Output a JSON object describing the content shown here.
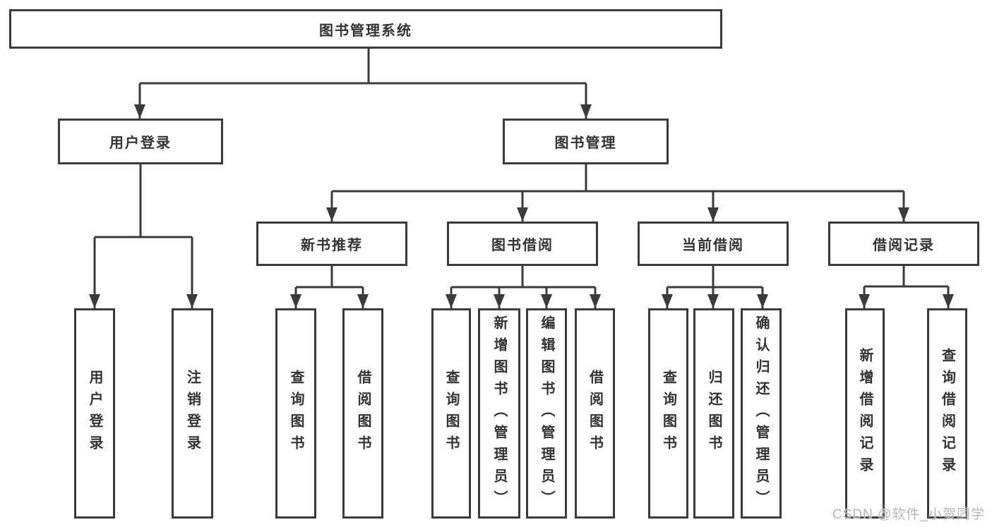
{
  "diagram": {
    "title": "图书管理系统",
    "watermark": "CSDN @软件_小贺同学",
    "colors": {
      "line": "#3b3b3b",
      "text": "#333333",
      "background": "#ffffff",
      "watermark": "#b5b5b5"
    },
    "nodes": {
      "root": "图书管理系统",
      "user_login_branch": "用户登录",
      "book_mgmt_branch": "图书管理",
      "new_book_rec": "新书推荐",
      "book_borrow": "图书借阅",
      "current_borrow": "当前借阅",
      "borrow_records": "借阅记录",
      "leaf_user_login": "用户登录",
      "leaf_logout": "注销登录",
      "leaf_rec_query": "查询图书",
      "leaf_rec_borrow": "借阅图书",
      "leaf_bb_query": "查询图书",
      "leaf_bb_add": "新增图书（管理员）",
      "leaf_bb_edit": "编辑图书（管理员）",
      "leaf_bb_borrow": "借阅图书",
      "leaf_cb_query": "查询图书",
      "leaf_cb_return": "归还图书",
      "leaf_cb_confirm": "确认归还（管理员）",
      "leaf_br_add": "新增借阅记录",
      "leaf_br_query": "查询借阅记录"
    }
  }
}
